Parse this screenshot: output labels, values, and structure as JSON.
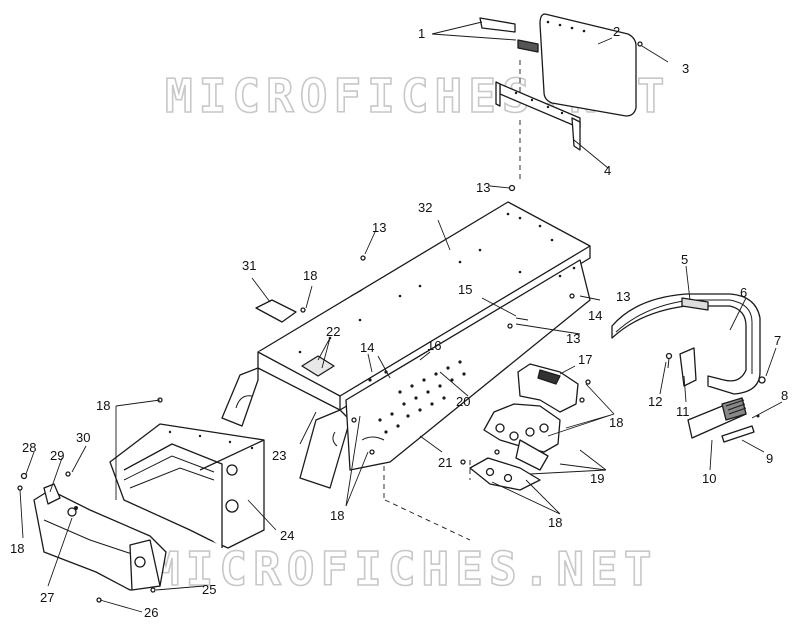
{
  "watermark": "MICROFICHES.NET",
  "callouts": {
    "c1": "1",
    "c2": "2",
    "c3": "3",
    "c4": "4",
    "c5": "5",
    "c6": "6",
    "c7": "7",
    "c8": "8",
    "c9": "9",
    "c10": "10",
    "c11": "11",
    "c12": "12",
    "c13a": "13",
    "c13b": "13",
    "c13c": "13",
    "c13d": "13",
    "c14a": "14",
    "c14b": "14",
    "c15": "15",
    "c16": "16",
    "c17": "17",
    "c18a": "18",
    "c18b": "18",
    "c18c": "18",
    "c18d": "18",
    "c18e": "18",
    "c18f": "18",
    "c19": "19",
    "c20": "20",
    "c21": "21",
    "c22": "22",
    "c23": "23",
    "c24": "24",
    "c25": "25",
    "c26": "26",
    "c27": "27",
    "c28": "28",
    "c29": "29",
    "c30": "30",
    "c31": "31",
    "c32": "32"
  }
}
